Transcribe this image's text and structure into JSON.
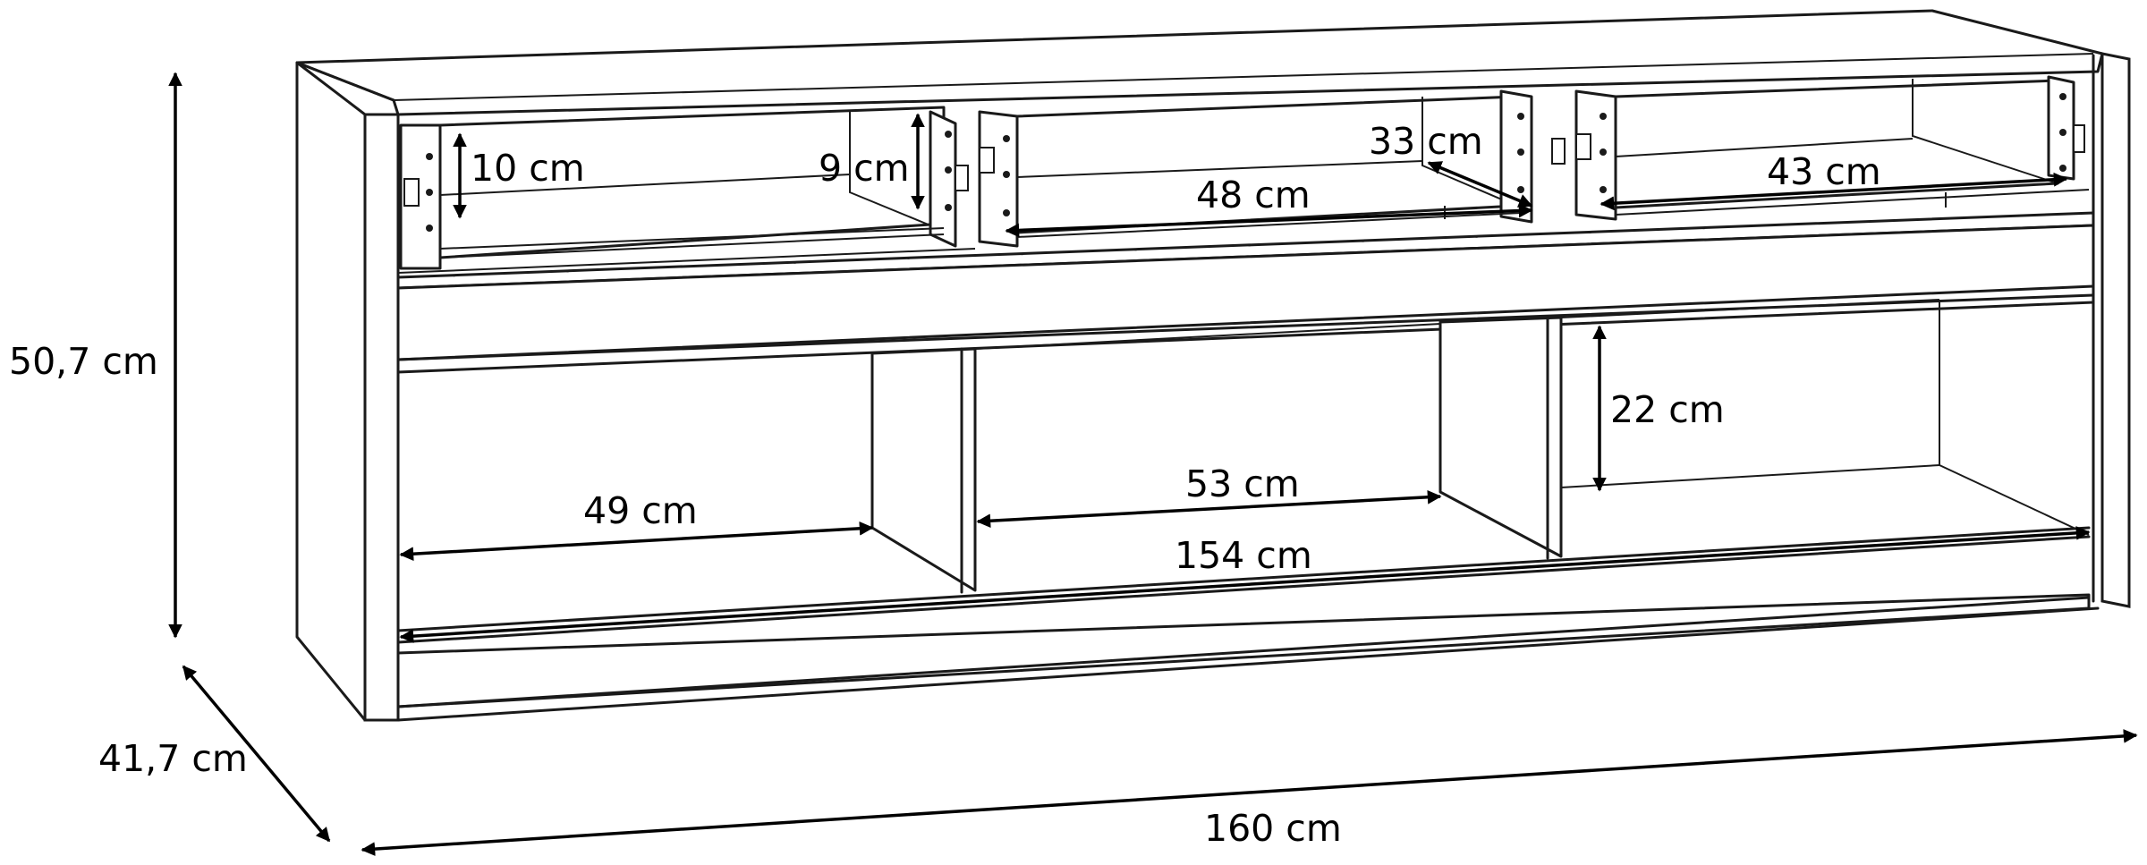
{
  "dimensions": {
    "height": "50,7 cm",
    "depth": "41,7 cm",
    "width": "160 cm",
    "drawer_left_height": "10 cm",
    "drawer_middle_height": "9 cm",
    "drawer_depth": "33 cm",
    "drawer_middle_width": "48 cm",
    "drawer_right_width": "43 cm",
    "shelf_height": "22 cm",
    "shelf_left_width": "49 cm",
    "shelf_middle_width": "53 cm",
    "inner_width": "154 cm"
  },
  "colors": {
    "line": "#1a1a1a",
    "background": "#ffffff"
  }
}
